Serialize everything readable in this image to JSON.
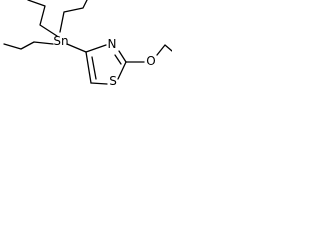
{
  "structure": {
    "atoms": {
      "tin": "Sn",
      "ring_nitrogen": "N",
      "ring_sulfur": "S",
      "ether_oxygen": "O"
    }
  },
  "colors": {
    "bond": "#000000",
    "background": "#ffffff"
  }
}
